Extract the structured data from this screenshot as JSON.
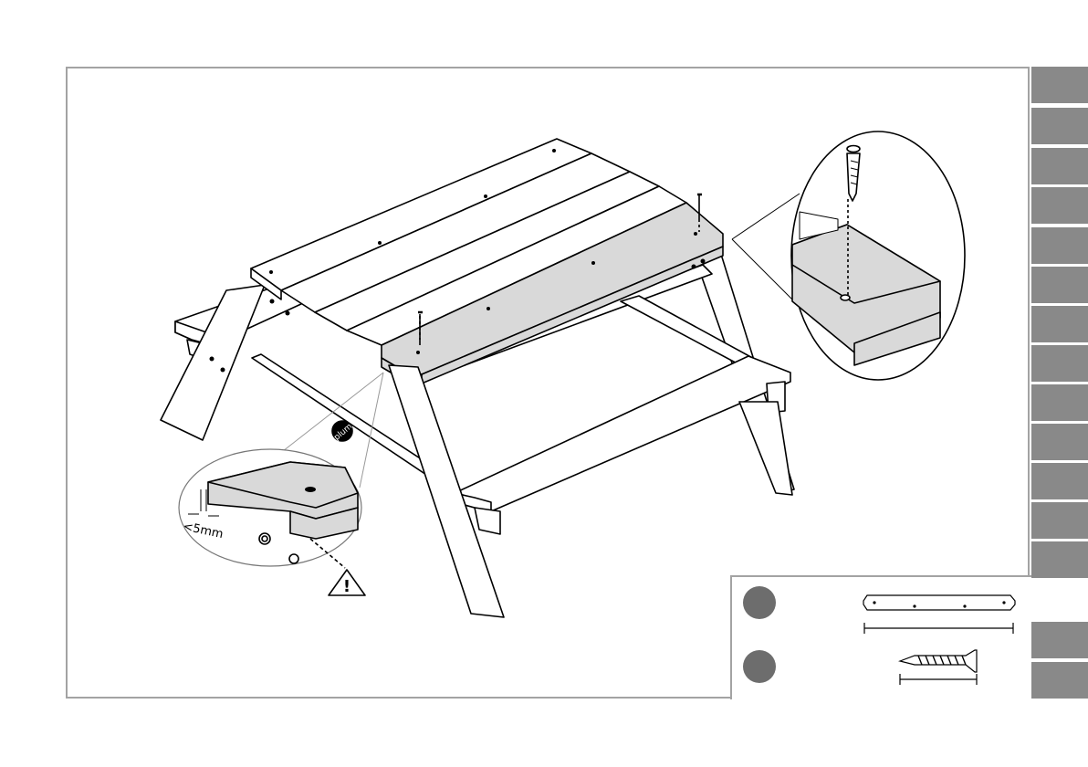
{
  "page": {
    "tab_color": "#898989",
    "highlight_color": "#d9d9d9",
    "line_color": "#000000"
  },
  "detail_callout": {
    "gap_label": "<5mm",
    "warning_icon": "warning-triangle-icon",
    "warning_symbol": "!"
  },
  "logo": {
    "text": "plum"
  },
  "parts_list": {
    "items": [
      {
        "icon": "plank-icon"
      },
      {
        "icon": "screw-icon"
      }
    ]
  },
  "side_tabs": {
    "upper_count": 13,
    "lower_count": 2
  }
}
